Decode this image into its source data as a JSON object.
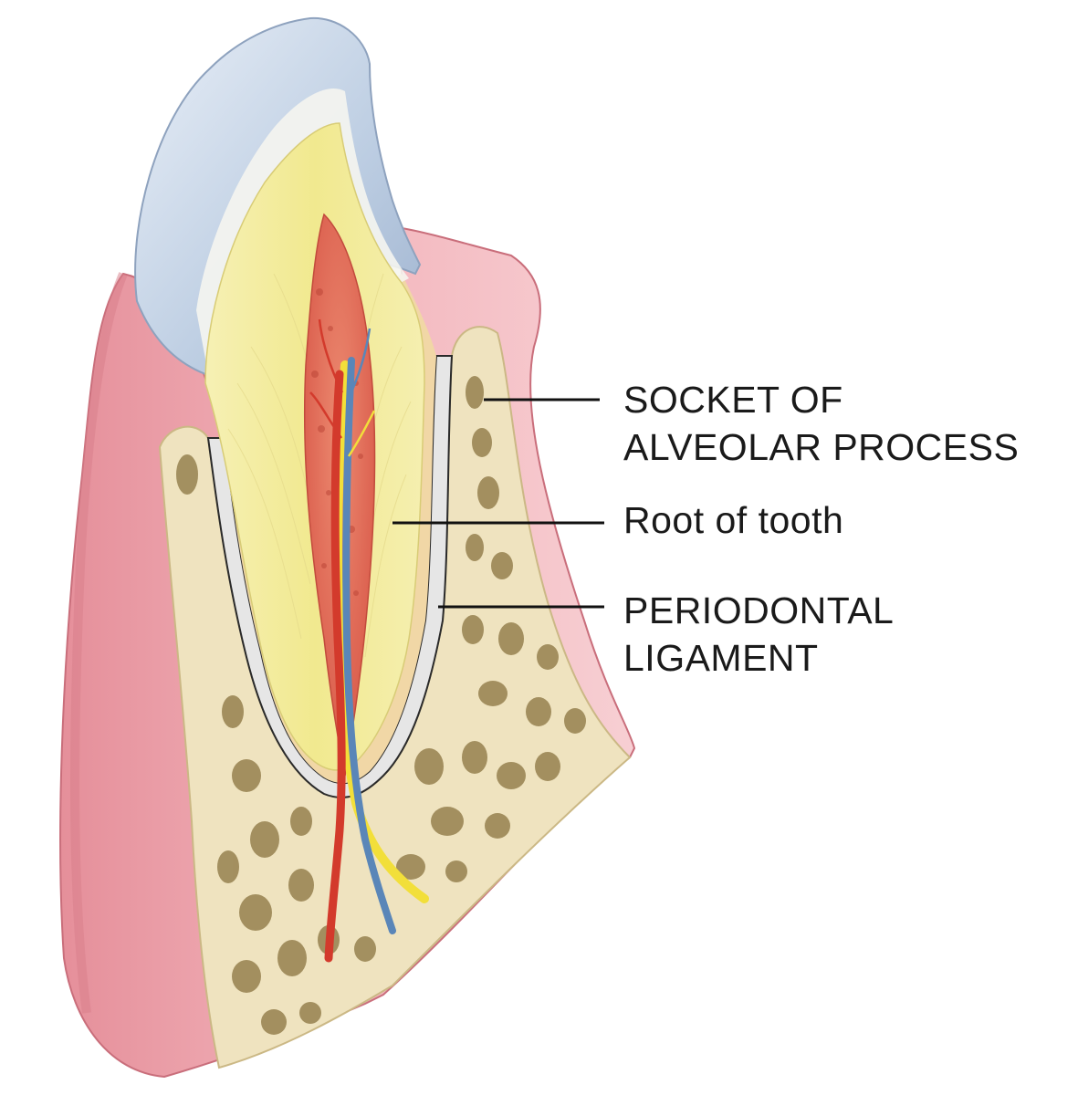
{
  "labels": {
    "socket": {
      "line1": "SOCKET OF",
      "line2": "ALVEOLAR PROCESS"
    },
    "root": {
      "line1": "Root of tooth"
    },
    "ligament": {
      "line1": "PERIODONTAL",
      "line2": "LIGAMENT"
    }
  },
  "colors": {
    "gum": "#eda3aa",
    "gum_light": "#f6c9cd",
    "gum_dark": "#d97e89",
    "bone": "#efe3bf",
    "bone_cavity": "#8a7440",
    "enamel": "#c9d7e8",
    "dentin": "#f3ec9e",
    "cementum": "#f1d7a6",
    "pulp": "#e2685a",
    "ligament": "#e6e6e6",
    "artery": "#d33a2c",
    "vein": "#5a86b8",
    "nerve": "#f2df3a",
    "leader_line": "#111111"
  }
}
